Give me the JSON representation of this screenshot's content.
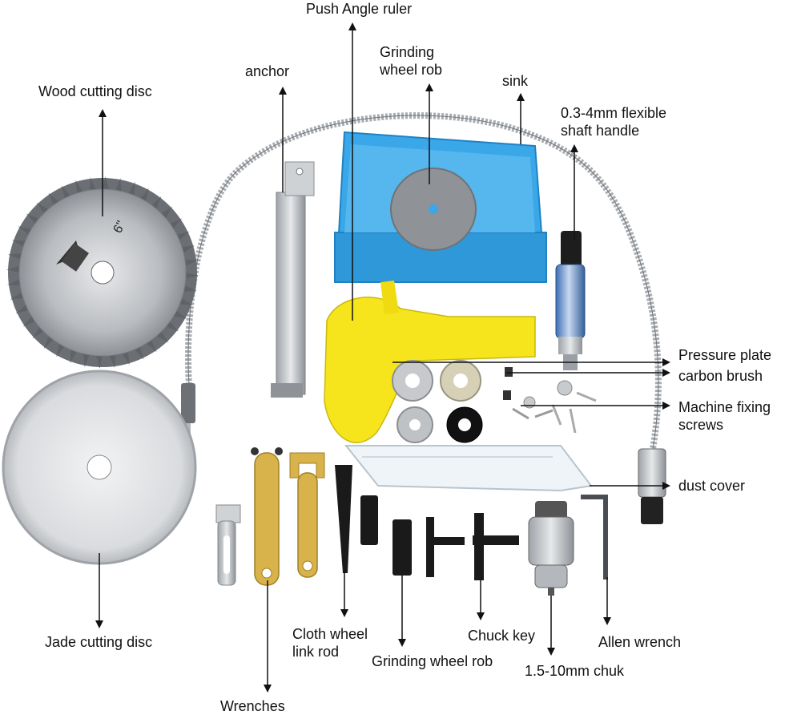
{
  "labels": {
    "push_angle_ruler": "Push Angle ruler",
    "grinding_wheel_rob_top_1": "Grinding",
    "grinding_wheel_rob_top_2": "wheel rob",
    "anchor": "anchor",
    "sink": "sink",
    "wood_cutting_disc": "Wood cutting disc",
    "flexible_shaft_handle_1": "0.3-4mm flexible",
    "flexible_shaft_handle_2": "shaft  handle",
    "pressure_plate": "Pressure plate",
    "carbon_brush": "carbon brush",
    "machine_fixing_screws_1": "Machine fixing",
    "machine_fixing_screws_2": "screws",
    "dust_cover": "dust cover",
    "jade_cutting_disc": "Jade cutting disc",
    "cloth_wheel_link_rod_1": "Cloth wheel",
    "cloth_wheel_link_rod_2": "link rod",
    "grinding_wheel_rob_bottom": "Grinding wheel rob",
    "chuck_key": "Chuck key",
    "allen_wrench": "Allen wrench",
    "chuck": "1.5-10mm chuk",
    "wrenches": "Wrenches"
  },
  "disc_print": {
    "size": "6\""
  },
  "colors": {
    "sink_blue": "#3aa7e8",
    "ruler_yellow": "#f6e51c",
    "metal": "#c9ccd0",
    "wrench_gold": "#d8b24a",
    "felt_gray": "#8f9296",
    "black_part": "#1a1a1a"
  }
}
